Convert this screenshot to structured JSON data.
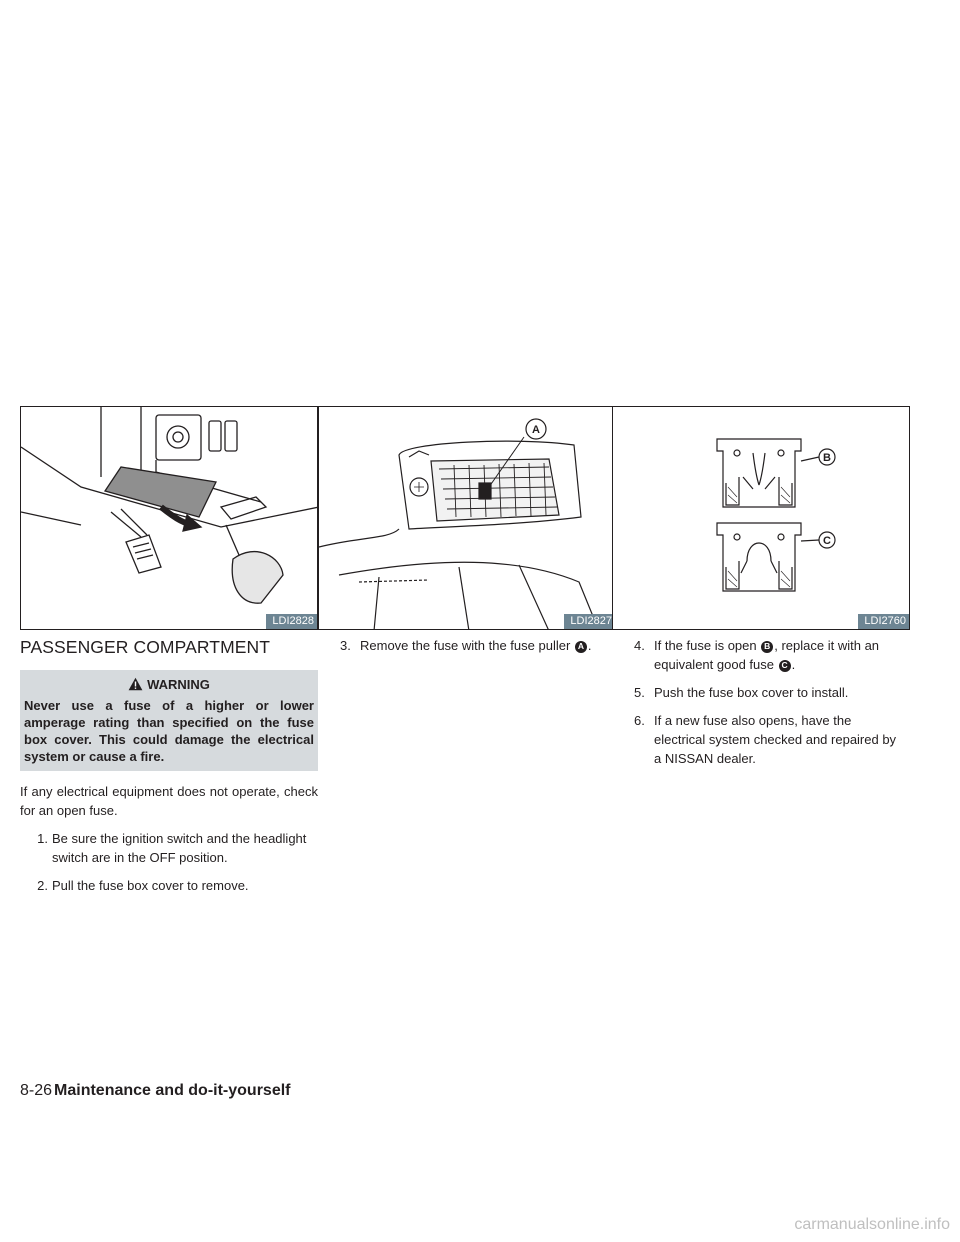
{
  "figures": [
    {
      "code": "LDI2828"
    },
    {
      "code": "LDI2827",
      "callouts": [
        "A"
      ]
    },
    {
      "code": "LDI2760",
      "callouts": [
        "B",
        "C"
      ]
    }
  ],
  "section": {
    "title": "PASSENGER COMPARTMENT",
    "warning": {
      "label": "WARNING",
      "text": "Never use a fuse of a higher or lower amperage rating than specified on the fuse box cover. This could damage the electrical system or cause a fire."
    },
    "intro": "If any electrical equipment does not operate, check for an open fuse.",
    "steps": [
      {
        "num": "1.",
        "text": "Be sure the ignition switch and the headlight switch are in the OFF position."
      },
      {
        "num": "2.",
        "text": "Pull the fuse box cover to remove."
      },
      {
        "num": "3.",
        "text_a": "Remove the fuse with the fuse puller",
        "marker": "A",
        "text_b": "."
      },
      {
        "num": "4.",
        "text_a": "If the fuse is open",
        "marker_1": "B",
        "text_b": ", replace it with an equivalent good fuse",
        "marker_2": "C",
        "text_c": "."
      },
      {
        "num": "5.",
        "text": "Push the fuse box cover to install."
      },
      {
        "num": "6.",
        "text": "If a new fuse also opens, have the electrical system checked and repaired by a NISSAN dealer."
      }
    ]
  },
  "footer": {
    "page_number": "8-26",
    "chapter": "Maintenance and do-it-yourself"
  },
  "watermark": "carmanualsonline.info"
}
